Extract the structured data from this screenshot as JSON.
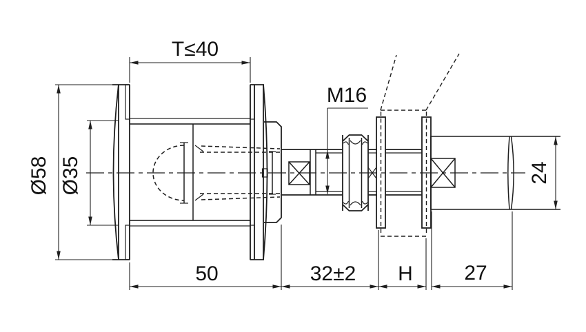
{
  "drawing": {
    "labels": {
      "glass_thickness_max": "T≤40",
      "thread_spec": "M16",
      "flange_diameter": "Ø58",
      "body_diameter": "Ø35",
      "body_length": "50",
      "adjust_length": "32±2",
      "panel_thickness": "H",
      "end_length": "27",
      "end_diameter": "24"
    },
    "colors": {
      "line": "#1f1f1f",
      "background": "#ffffff"
    }
  }
}
